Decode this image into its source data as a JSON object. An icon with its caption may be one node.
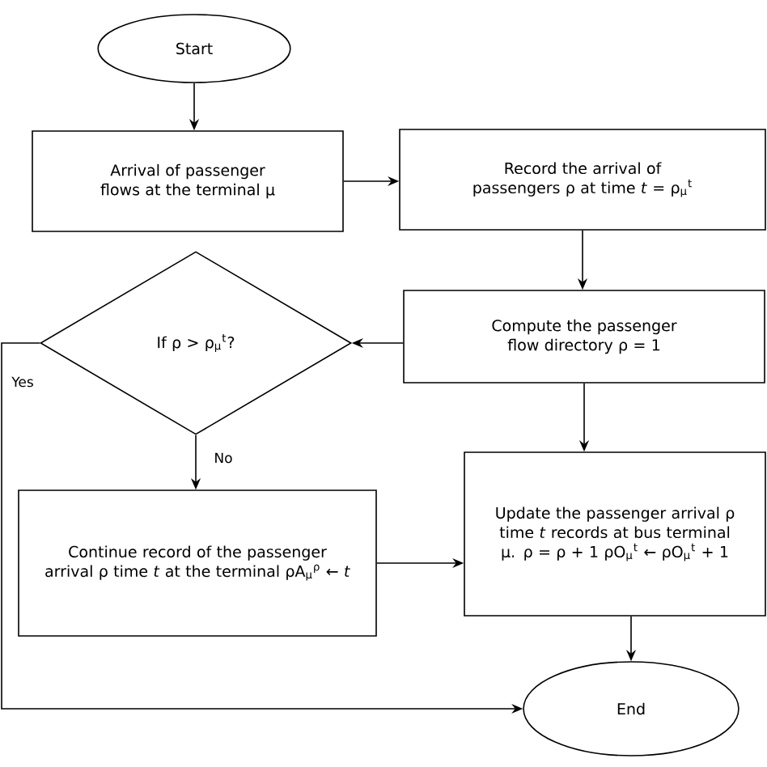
{
  "diagram": {
    "nodes": [
      {
        "text": [
          "Start"
        ]
      },
      {
        "text": [
          "Arrival of passenger flows at the terminal μ"
        ]
      },
      {
        "text": [
          "Record the arrival of passengers ρ at time *t* = ρ$_{μ}$$^{t}$"
        ]
      },
      {
        "text": [
          "If ρ > ρ$_{μ}$$^{t}$?"
        ]
      },
      {
        "text": [
          "Compute the passenger flow directory ρ = 1"
        ]
      },
      {
        "text": [
          "Continue record of the passenger arrival ρ time *t* at the terminal ρA$_{μ}$$^{ρ}$ ← *t*"
        ]
      },
      {
        "text": [
          "Update the passenger arrival ρ time *t* records at bus terminal μ. ρ = ρ + 1 ρO$_{μ}$$^{t}$ ← ρO$_{μ}$$^{t}$ + 1"
        ]
      },
      {
        "text": [
          "End"
        ]
      }
    ],
    "edges": [
      {
        "from": 0,
        "to": 1,
        "arrow": "to"
      },
      {
        "from": 1,
        "to": 2,
        "arrow": "to"
      },
      {
        "from": 2,
        "to": 4,
        "arrow": "to"
      },
      {
        "from": 4,
        "to": 3,
        "arrow": "to"
      },
      {
        "from": 3,
        "to": 5,
        "label": "No",
        "arrow": "to"
      },
      {
        "from": 3,
        "to": 7,
        "label": "Yes",
        "arrow": "to"
      },
      {
        "from": 5,
        "to": 6,
        "arrow": "to"
      },
      {
        "from": 4,
        "to": 6,
        "arrow": "to"
      },
      {
        "from": 6,
        "to": 7,
        "arrow": "to"
      }
    ]
  }
}
